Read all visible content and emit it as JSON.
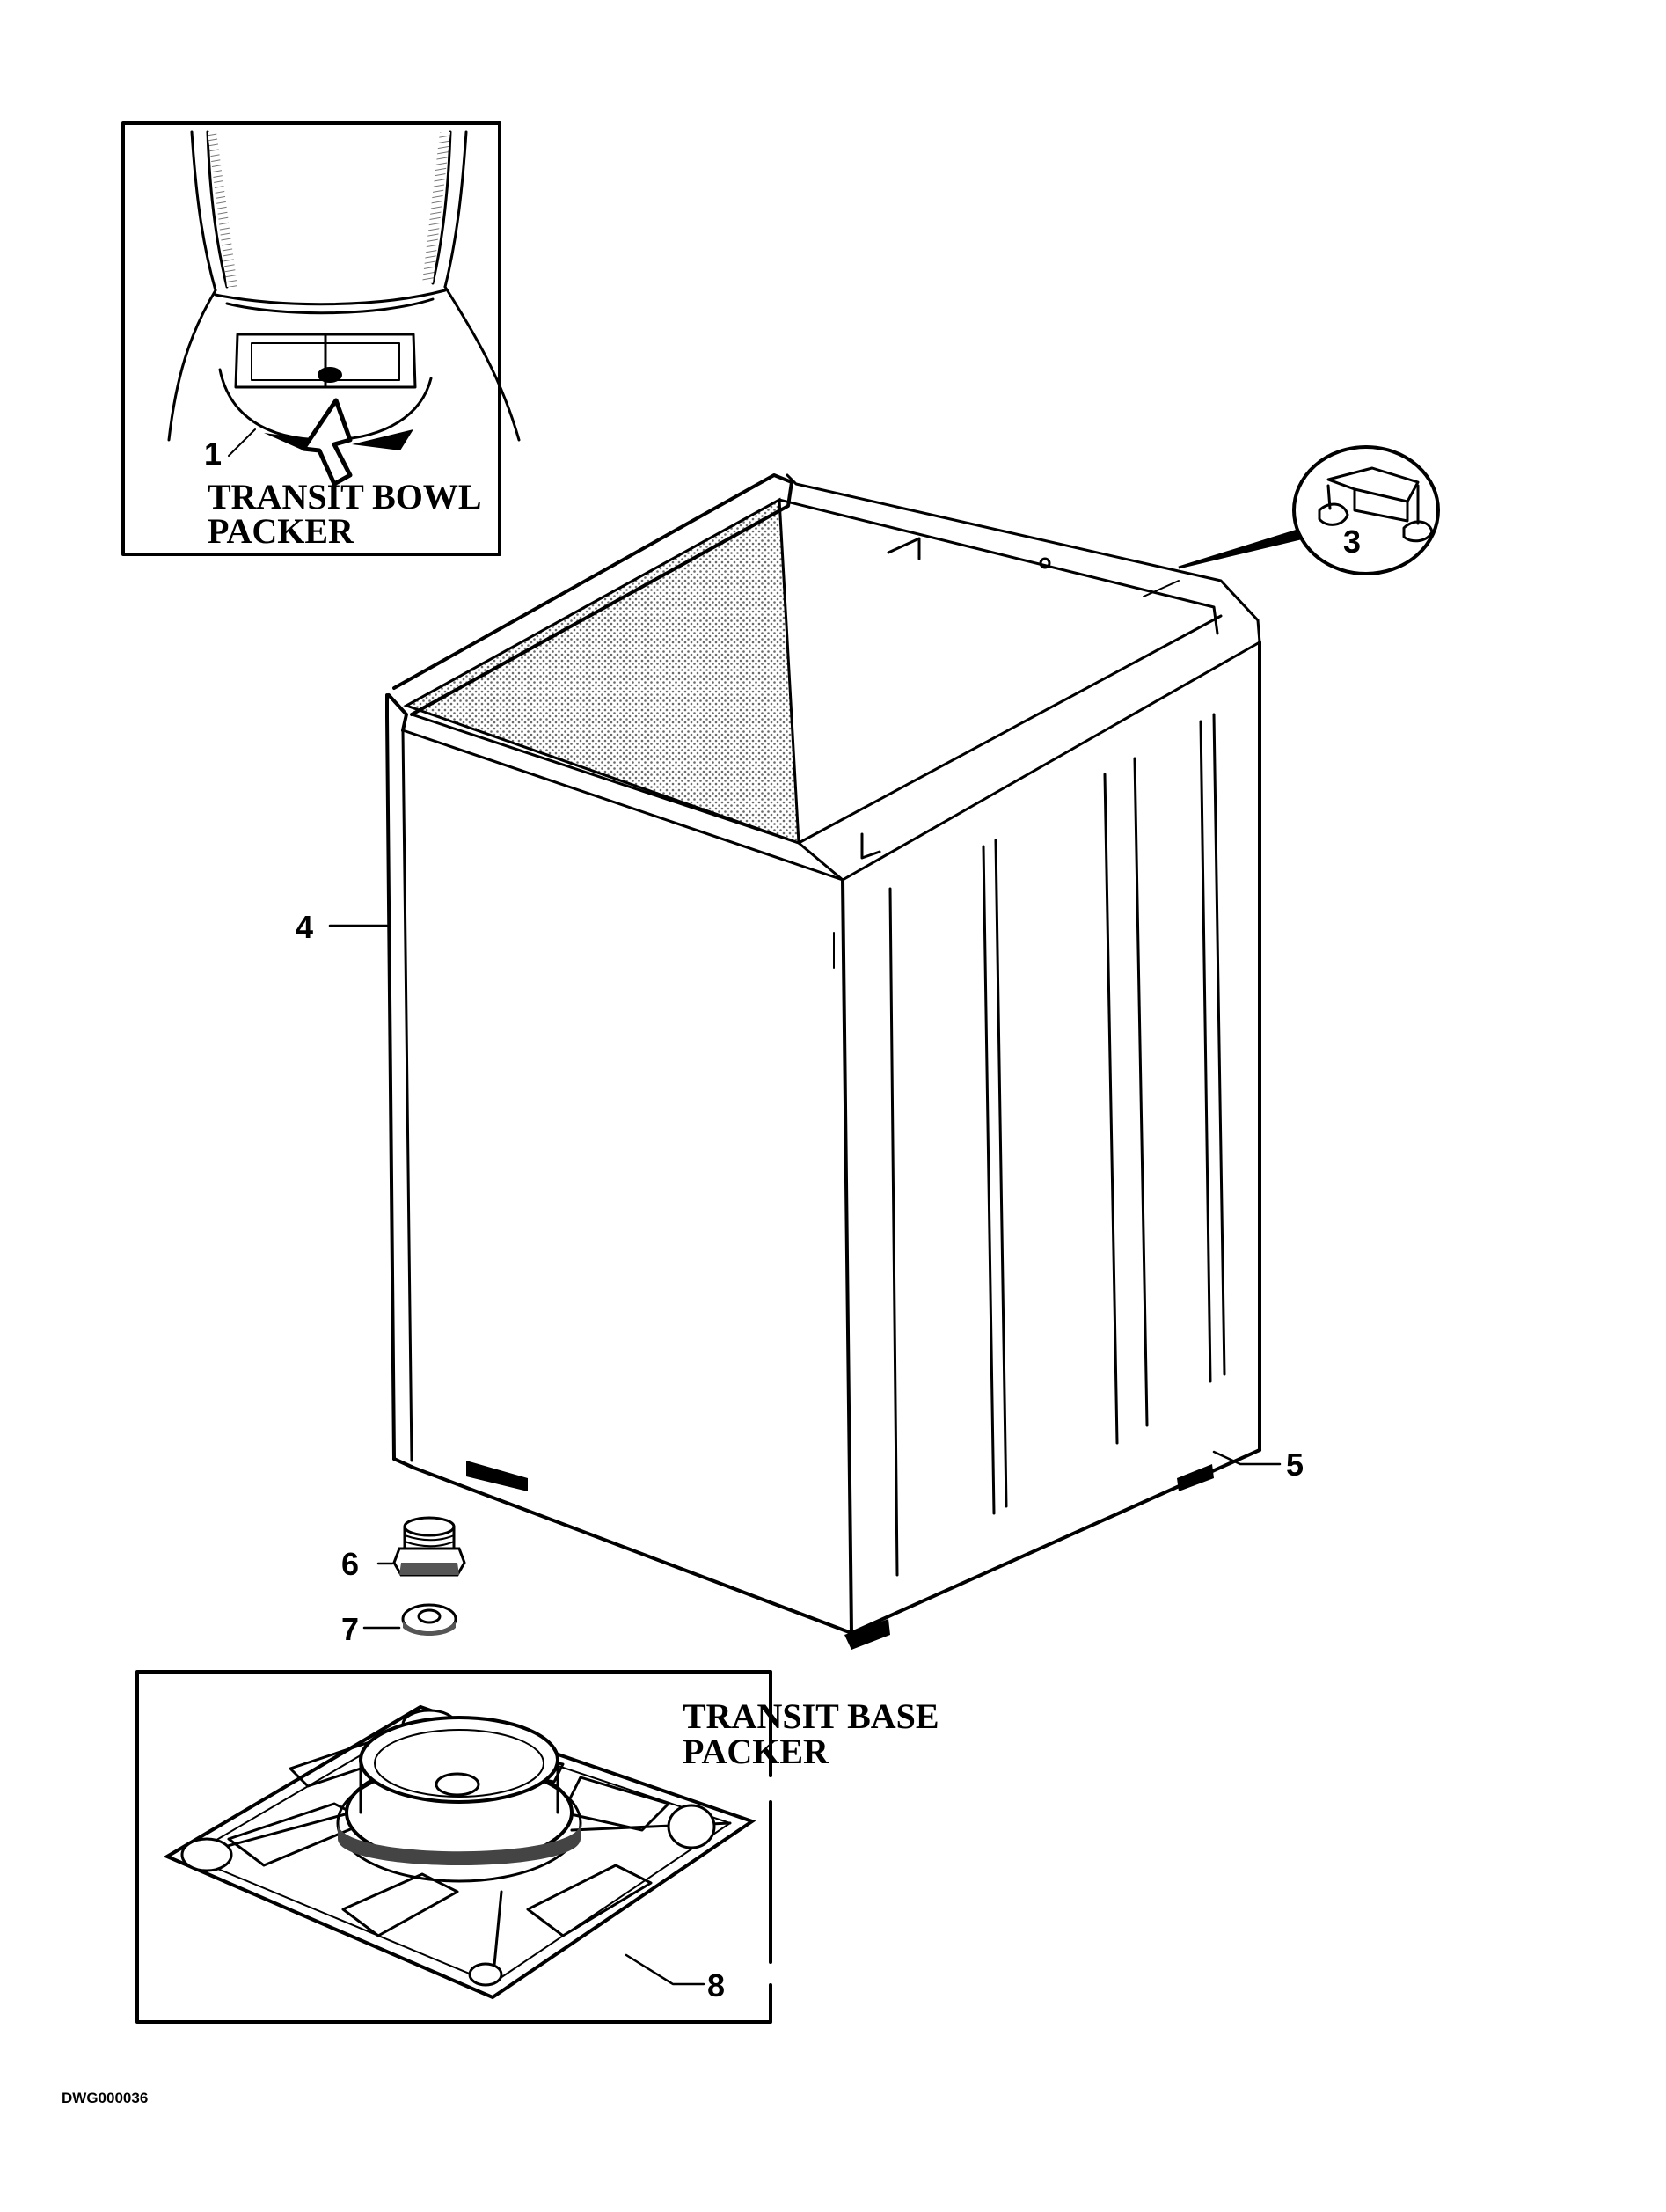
{
  "insets": {
    "bowl_packer": {
      "label_line1": "TRANSIT BOWL",
      "label_line2": "PACKER"
    },
    "base_packer": {
      "label_line1": "TRANSIT BASE",
      "label_line2": "PACKER"
    }
  },
  "callouts": {
    "c1": "1",
    "c3": "3",
    "c4": "4",
    "c5": "5",
    "c6": "6",
    "c7": "7",
    "c8": "8"
  },
  "drawing_number": "DWG000036"
}
